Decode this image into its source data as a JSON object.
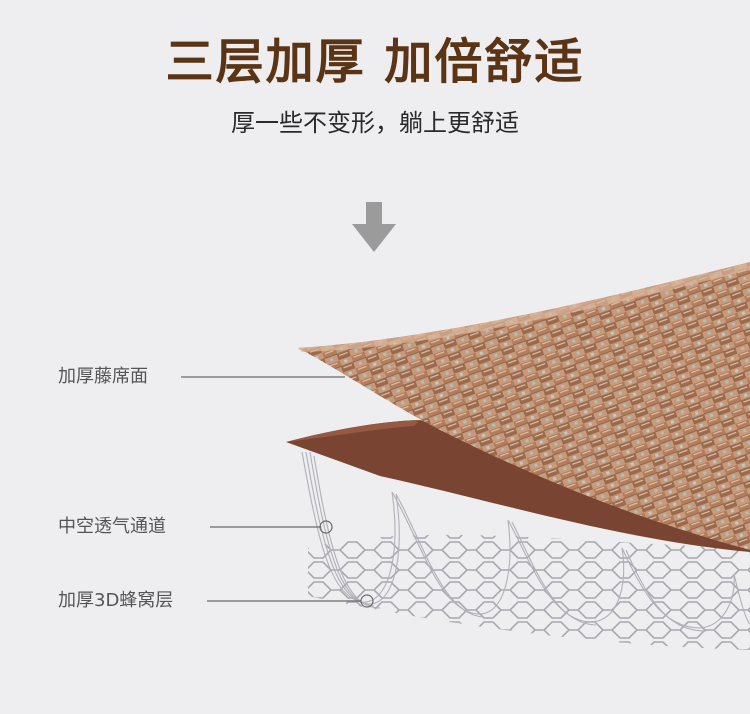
{
  "header": {
    "title": "三层加厚 加倍舒适",
    "subtitle": "厚一些不变形，躺上更舒适"
  },
  "layers": [
    {
      "label": "加厚藤席面"
    },
    {
      "label": "中空透气通道"
    },
    {
      "label": "加厚3D蜂窝层"
    }
  ],
  "colors": {
    "title": "#5a3414",
    "rattan": "#c89a7c",
    "brown_sheet": "#7a4432",
    "mesh": "#a9a9b1",
    "callout_line": "#6a6a6a"
  },
  "icons": {
    "arrow": "down-arrow-icon"
  }
}
